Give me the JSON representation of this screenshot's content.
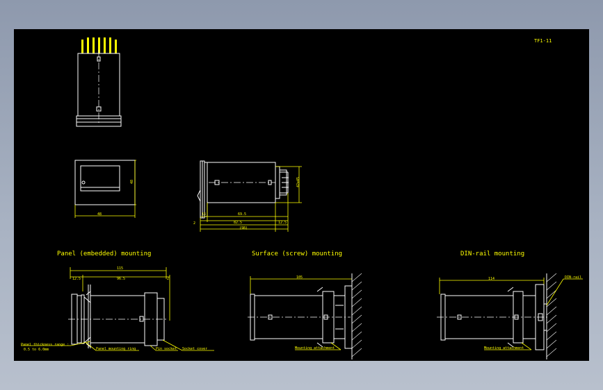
{
  "drawing": {
    "code": "TF1-11",
    "titles": {
      "panel": "Panel (embedded) mounting",
      "surface": "Surface (screw) mounting",
      "din": "DIN-rail mounting"
    },
    "dims": {
      "front_h": "48",
      "front_w": "48",
      "side_h": "42x45",
      "side_a": "15",
      "side_b": "69.5",
      "side_c": "82.5",
      "side_d": "12.5",
      "side_e": "(98)",
      "side_f": "2",
      "panel_total": "115",
      "panel_a": "12.5",
      "panel_b": "96.5",
      "panel_c": "2",
      "surface_total": "105",
      "din_total": "114"
    },
    "labels": {
      "panel_thickness_1": "Panel thickness range :",
      "panel_thickness_2": "0.5 to 6.0mm",
      "panel_ring": "Panel mounting ring",
      "pin_socket": "Pin socket",
      "socket_cover": "Socket cover",
      "mount_attach_1": "Mounting attachment",
      "mount_attach_2": "Mounting attachment",
      "din_rail": "DIN-rail"
    }
  }
}
